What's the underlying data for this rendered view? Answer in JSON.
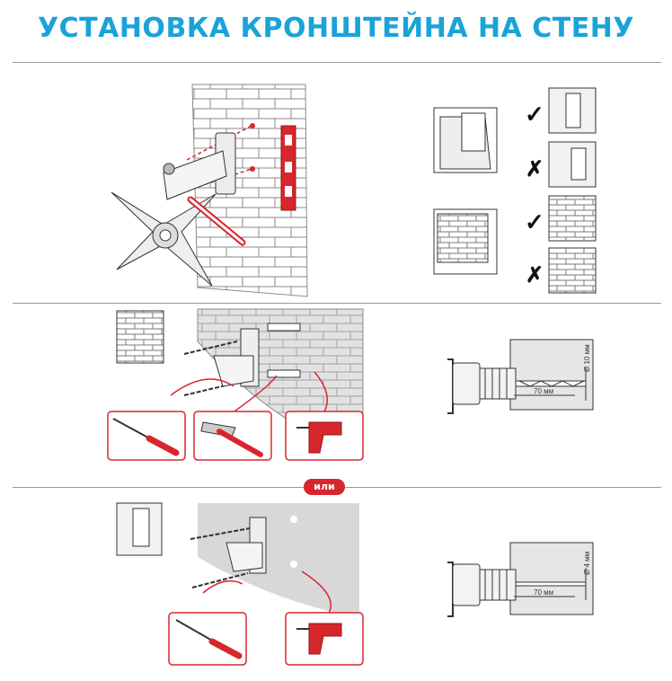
{
  "title": "УСТАНОВКА КРОНШТЕЙНА НА СТЕНУ",
  "separator_label": "или",
  "drill_1": {
    "depth_label": "70 мм",
    "diameter_label": "Ø 10 мм"
  },
  "drill_2": {
    "depth_label": "70 мм",
    "diameter_label": "Ø 4 мм"
  },
  "marks": {
    "ok": "✓",
    "bad": "✗"
  },
  "colors": {
    "accent": "#1aa3d9",
    "red": "#d7262c",
    "line": "#9a9a9a",
    "wall": "#e6e6e6"
  }
}
